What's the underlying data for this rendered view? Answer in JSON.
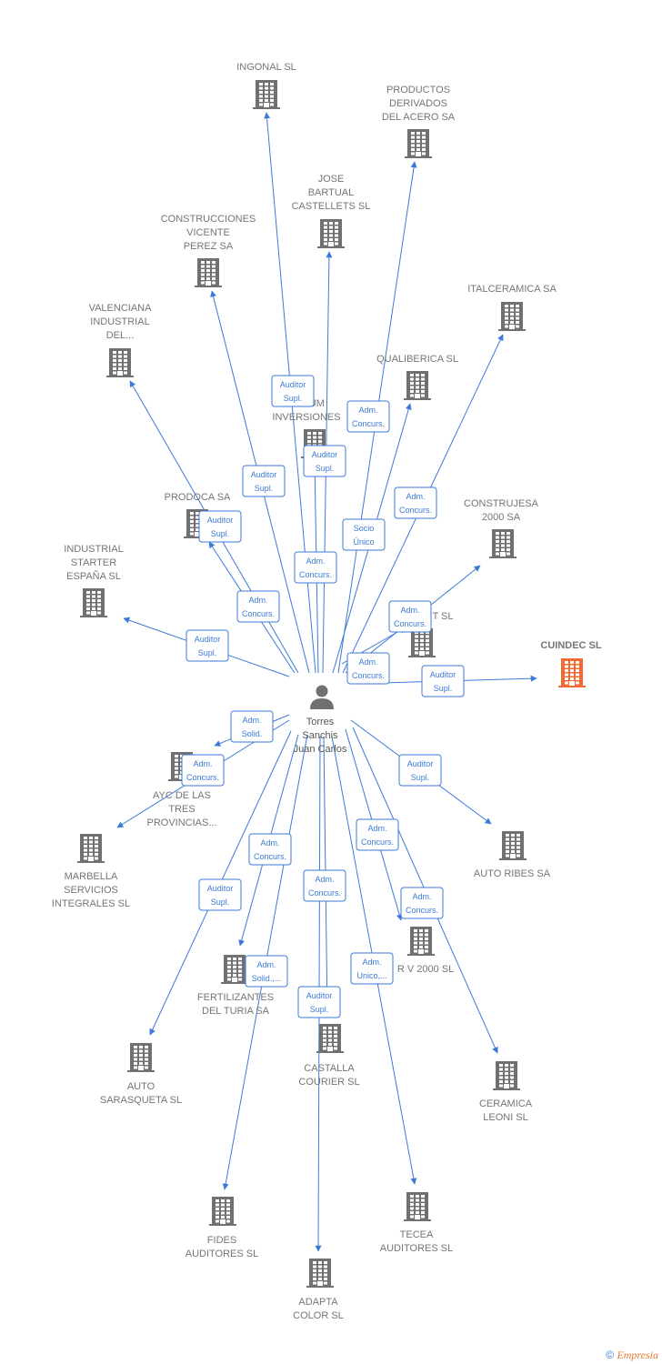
{
  "colors": {
    "edge": "#3b7ad8",
    "building": "#707070",
    "highlight": "#f26a33",
    "person": "#707070"
  },
  "center": {
    "lines": [
      "Torres",
      "Sanchis",
      "Juan Carlos"
    ]
  },
  "nodes": [
    {
      "id": "ingonal",
      "lines": [
        "INGONAL SL"
      ]
    },
    {
      "id": "productos",
      "lines": [
        "PRODUCTOS",
        "DERIVADOS",
        "DEL ACERO SA"
      ]
    },
    {
      "id": "jose",
      "lines": [
        "JOSE",
        "BARTUAL",
        "CASTELLETS SL"
      ]
    },
    {
      "id": "construcciones",
      "lines": [
        "CONSTRUCCIONES",
        "VICENTE",
        "PEREZ SA"
      ]
    },
    {
      "id": "italceramica",
      "lines": [
        "ITALCERAMICA SA"
      ]
    },
    {
      "id": "valenciana",
      "lines": [
        "VALENCIANA",
        "INDUSTRIAL",
        "DEL..."
      ]
    },
    {
      "id": "qualiberica",
      "lines": [
        "QUALIBERICA SL"
      ]
    },
    {
      "id": "untum",
      "lines": [
        "UNTUM",
        "INVERSIONES"
      ]
    },
    {
      "id": "prodoca",
      "lines": [
        "PRODOCA SA"
      ]
    },
    {
      "id": "construjesa",
      "lines": [
        "CONSTRUJESA",
        "2000 SA"
      ]
    },
    {
      "id": "industrial",
      "lines": [
        "INDUSTRIAL",
        "STARTER",
        "ESPAÑA SL"
      ]
    },
    {
      "id": "tsl",
      "lines": [
        "T SL"
      ]
    },
    {
      "id": "cuindec",
      "lines": [
        "CUINDEC SL"
      ]
    },
    {
      "id": "ayc",
      "lines": [
        "AYC DE LAS",
        "TRES",
        "PROVINCIAS..."
      ]
    },
    {
      "id": "marbella",
      "lines": [
        "MARBELLA",
        "SERVICIOS",
        "INTEGRALES SL"
      ]
    },
    {
      "id": "autoribes",
      "lines": [
        "AUTO RIBES SA"
      ]
    },
    {
      "id": "v2000",
      "lines": [
        "R V 2000 SL"
      ]
    },
    {
      "id": "fertilizantes",
      "lines": [
        "FERTILIZANTES",
        "DEL TURIA SA"
      ]
    },
    {
      "id": "autosara",
      "lines": [
        "AUTO",
        "SARASQUETA SL"
      ]
    },
    {
      "id": "castalla",
      "lines": [
        "CASTALLA",
        "COURIER  SL"
      ]
    },
    {
      "id": "ceramica",
      "lines": [
        "CERAMICA",
        "LEONI SL"
      ]
    },
    {
      "id": "fides",
      "lines": [
        "FIDES",
        "AUDITORES SL"
      ]
    },
    {
      "id": "tecea",
      "lines": [
        "TECEA",
        "AUDITORES SL"
      ]
    },
    {
      "id": "adapta",
      "lines": [
        "ADAPTA",
        "COLOR SL"
      ]
    }
  ],
  "edges": [
    {
      "to": "ingonal",
      "lines": [
        "Auditor",
        "Supl."
      ]
    },
    {
      "to": "productos",
      "lines": [
        "Adm.",
        "Concurs."
      ]
    },
    {
      "to": "jose",
      "lines": [
        "Auditor",
        "Supl."
      ]
    },
    {
      "to": "construcciones",
      "lines": [
        "Auditor",
        "Supl."
      ]
    },
    {
      "to": "italceramica",
      "lines": [
        "Adm.",
        "Concurs."
      ]
    },
    {
      "to": "valenciana",
      "lines": [
        "Auditor",
        "Supl."
      ]
    },
    {
      "to": "qualiberica",
      "lines": [
        "Socio",
        "Único"
      ]
    },
    {
      "to": "untum",
      "lines": [
        "Adm.",
        "Concurs."
      ]
    },
    {
      "to": "prodoca",
      "lines": [
        "Adm.",
        "Concurs."
      ]
    },
    {
      "to": "construjesa",
      "lines": [
        "Adm.",
        "Concurs."
      ]
    },
    {
      "to": "industrial",
      "lines": [
        "Auditor",
        "Supl."
      ]
    },
    {
      "to": "tsl",
      "lines": [
        "Adm.",
        "Concurs."
      ]
    },
    {
      "to": "cuindec",
      "lines": [
        "Auditor",
        "Supl."
      ]
    },
    {
      "to": "ayc",
      "lines": [
        "Adm.",
        "Solid."
      ]
    },
    {
      "to": "marbella",
      "lines": [
        "Adm.",
        "Concurs."
      ]
    },
    {
      "to": "autoribes",
      "lines": [
        "Auditor",
        "Supl."
      ]
    },
    {
      "to": "v2000",
      "lines": [
        "Adm.",
        "Concurs."
      ]
    },
    {
      "to": "fertilizantes",
      "lines": [
        "Adm.",
        "Concurs."
      ]
    },
    {
      "to": "autosara",
      "lines": [
        "Auditor",
        "Supl."
      ]
    },
    {
      "to": "castalla",
      "lines": [
        "Adm.",
        "Concurs."
      ]
    },
    {
      "to": "ceramica",
      "lines": [
        "Adm.",
        "Concurs."
      ]
    },
    {
      "to": "fides",
      "lines": [
        "Adm.",
        "Solid.,..."
      ]
    },
    {
      "to": "tecea",
      "lines": [
        "Adm.",
        "Unico,..."
      ]
    },
    {
      "to": "adapta",
      "lines": [
        "Auditor",
        "Supl."
      ]
    }
  ],
  "footer": {
    "copyright": "©",
    "brand": "Empresia"
  }
}
